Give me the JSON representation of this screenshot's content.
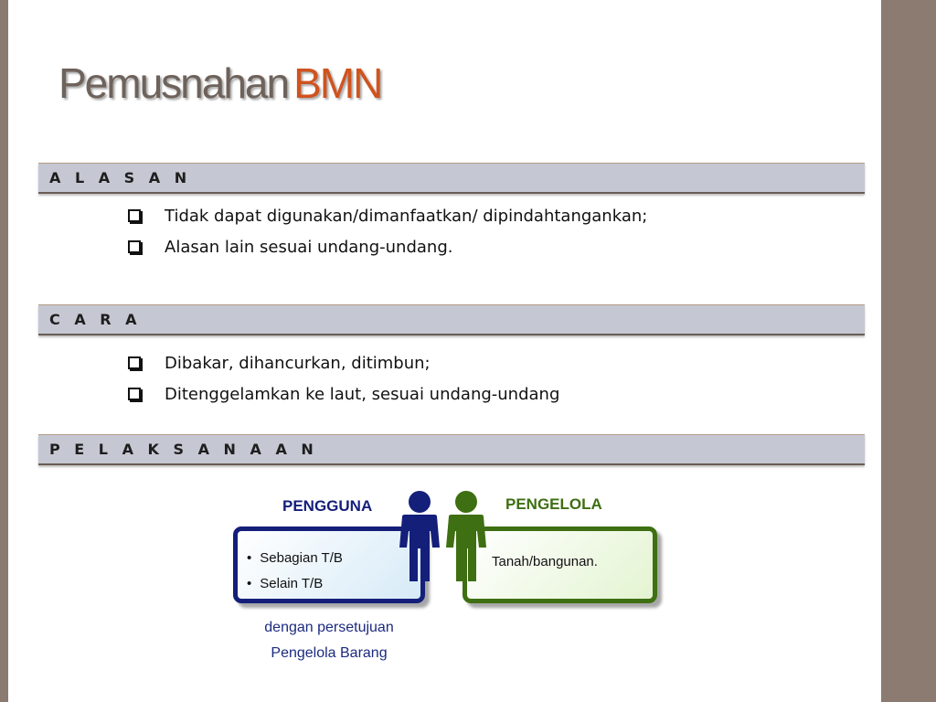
{
  "title": {
    "part1": "Pemusnahan",
    "part2": "BMN"
  },
  "sections": {
    "alasan": {
      "label": "A L A S A N",
      "items": [
        "Tidak dapat digunakan/dimanfaatkan/  dipindahtangankan;",
        "Alasan lain sesuai undang-undang."
      ]
    },
    "cara": {
      "label": "C A R A",
      "items": [
        "Dibakar, dihancurkan, ditimbun;",
        "Ditenggelamkan ke laut, sesuai undang-undang"
      ]
    },
    "pelaksanaan": {
      "label": "P E L A K S A N A A N"
    }
  },
  "diagram": {
    "pengguna": {
      "label": "PENGGUNA",
      "items": [
        "Sebagian T/B",
        "Selain T/B"
      ],
      "note_line1": "dengan persetujuan",
      "note_line2": "Pengelola Barang",
      "color": "#141f7a",
      "icon": "person-icon"
    },
    "pengelola": {
      "label": "PENGELOLA",
      "text": "Tanah/bangunan.",
      "color": "#3e6f12",
      "icon": "person-icon"
    }
  },
  "colors": {
    "title_gray": "#6e625b",
    "title_orange": "#d0531e",
    "section_bg": "#c5c8d3",
    "side_bars": "#8c7b70"
  }
}
